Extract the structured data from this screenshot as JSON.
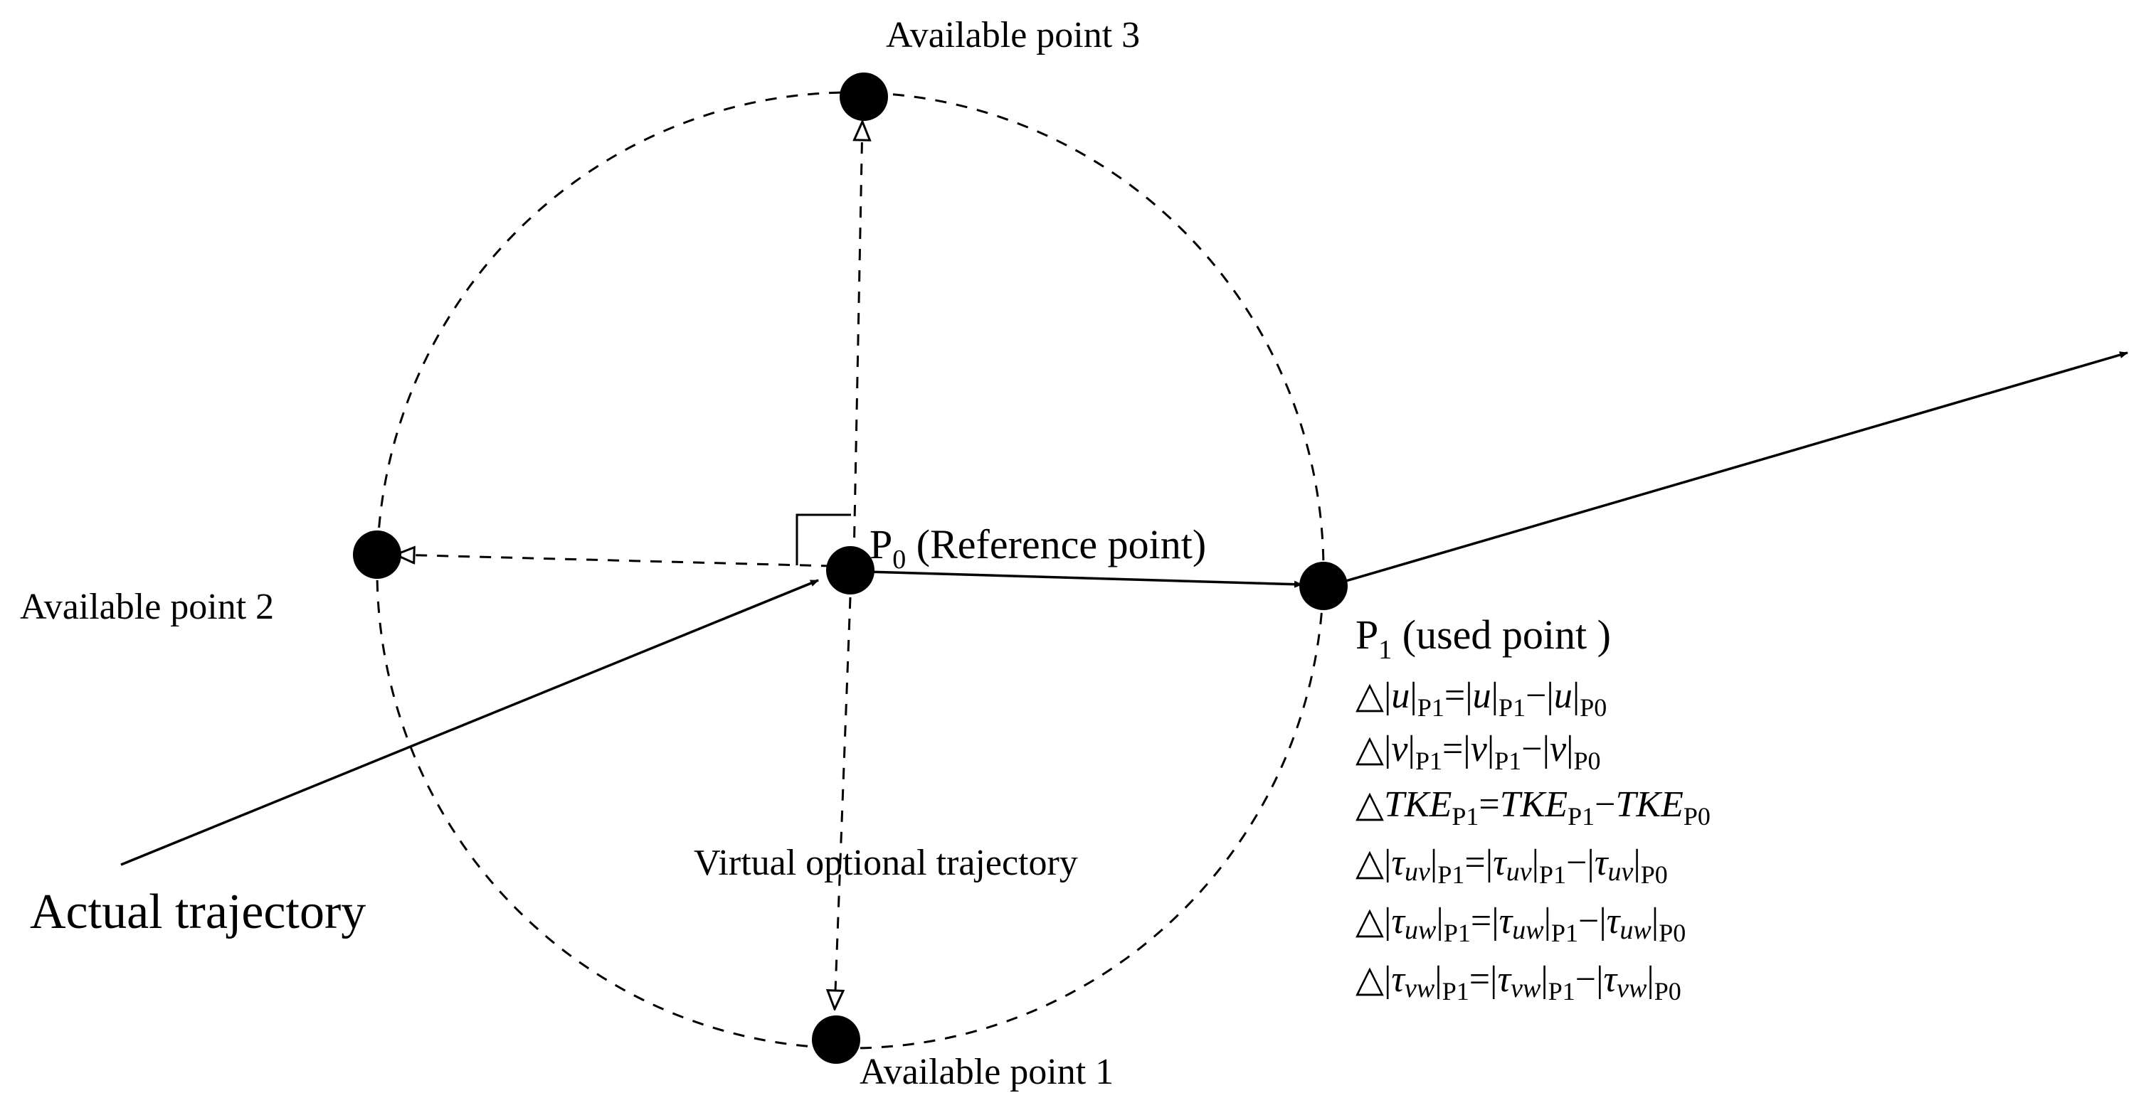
{
  "labels": {
    "available_point_3": "Available point 3",
    "available_point_2": "Available point 2",
    "available_point_1": "Available point 1",
    "p0_main": "P",
    "p0_sub": "0",
    "p0_text": " (Reference point)",
    "p1_main": "P",
    "p1_sub": "1",
    "p1_text": "  (used point )",
    "virtual_trajectory": "Virtual optional trajectory",
    "actual_trajectory": "Actual trajectory"
  },
  "equations": {
    "delta": "△",
    "bar": "|",
    "eq": "=",
    "minus": "−",
    "p1": "P1",
    "p0": "P0",
    "u": "u",
    "v": "v",
    "tke": "TKE",
    "tau": "τ",
    "uv": "uv",
    "uw": "uw",
    "vw": "vw"
  },
  "colors": {
    "ink": "#000000",
    "background": "#ffffff"
  }
}
